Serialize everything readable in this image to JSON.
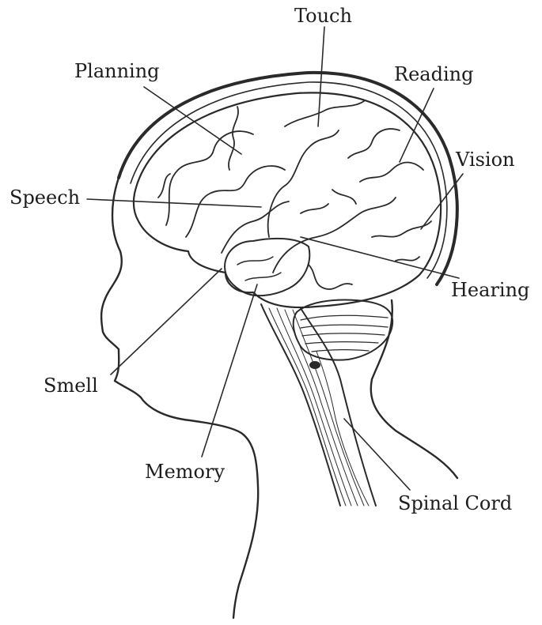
{
  "diagram": {
    "labels": {
      "touch": "Touch",
      "planning": "Planning",
      "reading": "Reading",
      "vision": "Vision",
      "speech": "Speech",
      "hearing": "Hearing",
      "smell": "Smell",
      "memory": "Memory",
      "spinal_cord": "Spinal Cord"
    },
    "ink_color": "#2a2a2a"
  }
}
